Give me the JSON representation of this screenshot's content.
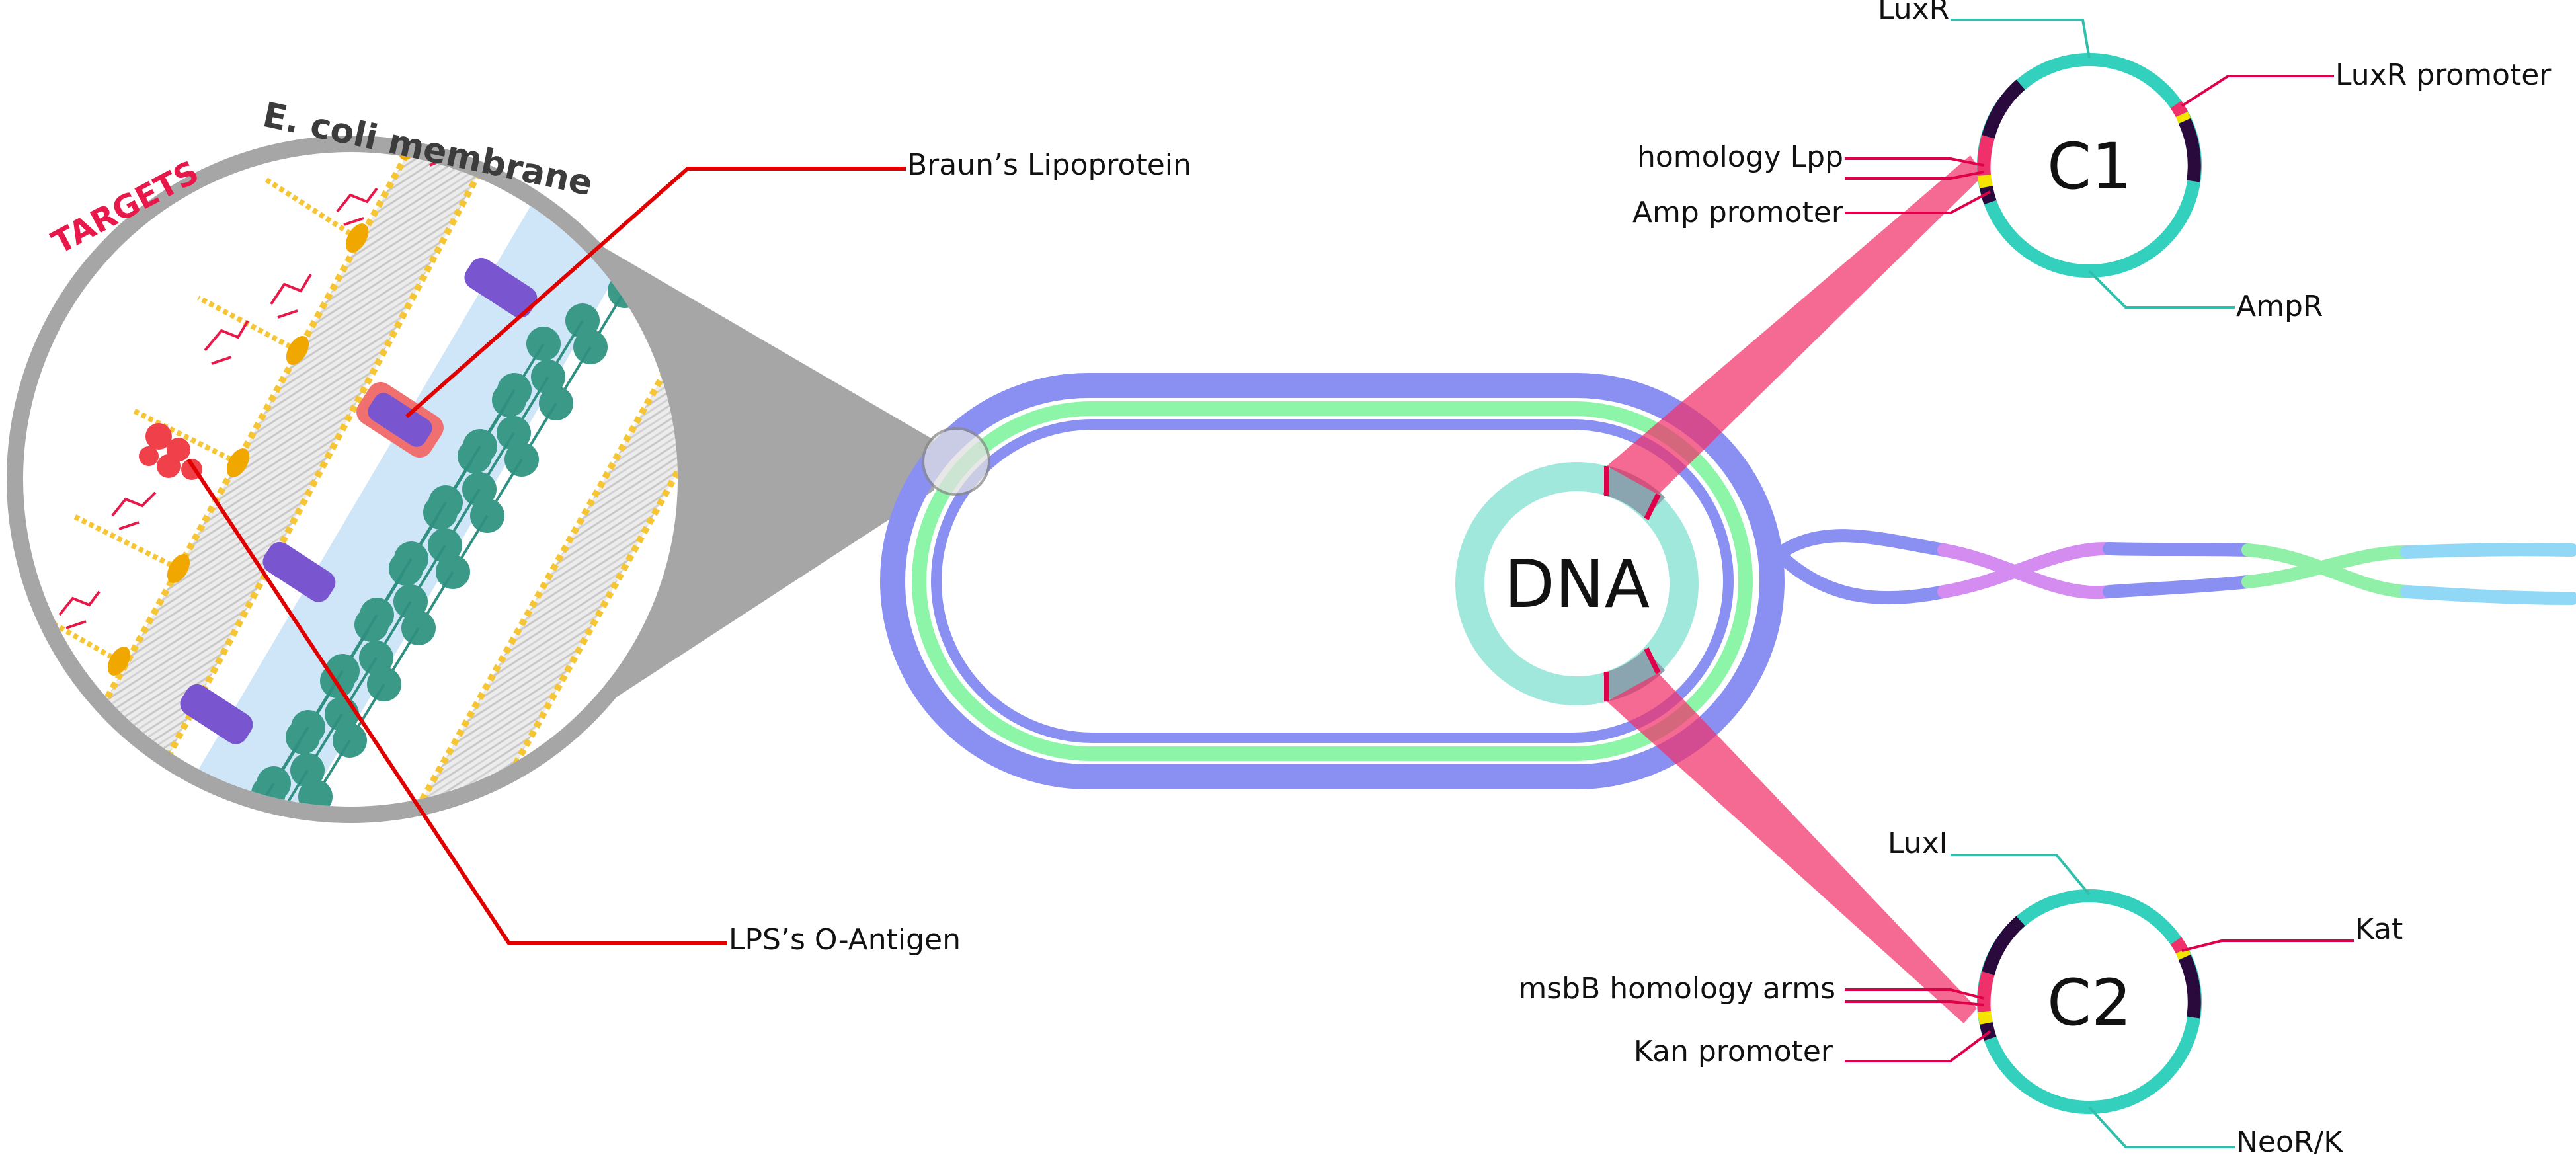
{
  "membrane": {
    "title": "E. coli membrane",
    "targets": "TARGETS"
  },
  "callouts": {
    "brauns": "Braun’s Lipoprotein",
    "lps": "LPS’s O-Antigen"
  },
  "cell": {
    "dna_label": "DNA"
  },
  "plasmids": {
    "c1": {
      "name": "C1",
      "labels": [
        "LuxR",
        "LuxR promoter",
        "homology Lpp",
        "Amp promoter",
        "AmpR"
      ]
    },
    "c2": {
      "name": "C2",
      "labels": [
        "LuxI",
        "Kat",
        "msbB homology arms",
        "Kan promoter",
        "NeoR/K"
      ]
    }
  },
  "colors": {
    "plasmid_teal": "#33d1bd",
    "dark_purple": "#2a0a3c",
    "pink": "#f0306a",
    "yellow": "#f5e400",
    "magnifier_gray": "#a6a6a6",
    "cell_outer": "#8a8ff2",
    "cell_inner": "#8cf5a8",
    "dna_ring": "#a0e8dc",
    "leader_red": "#e10000",
    "leader_teal": "#2fbfaa",
    "leader_pink": "#e0004a"
  }
}
